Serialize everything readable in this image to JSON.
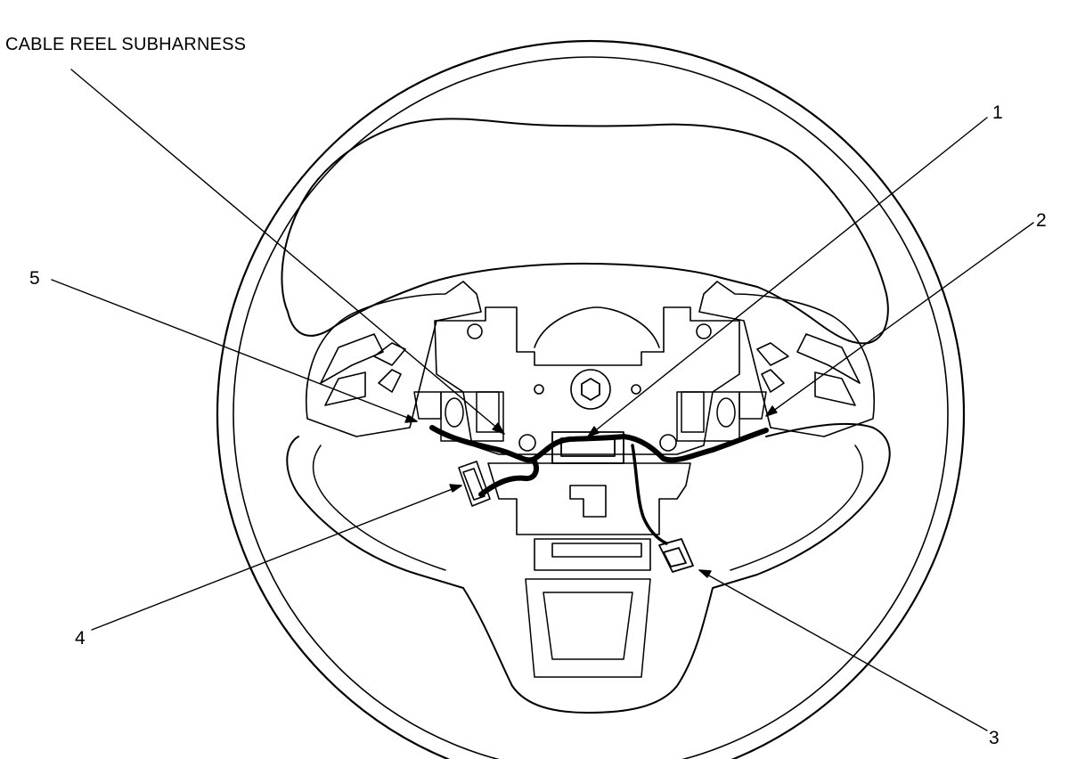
{
  "diagram": {
    "subject": "steering-wheel",
    "colors": {
      "line": "#000000",
      "background": "#ffffff"
    },
    "callouts": {
      "cable_reel_subharness": "CABLE REEL SUBHARNESS",
      "c1": "1",
      "c2": "2",
      "c3": "3",
      "c4": "4",
      "c5": "5"
    }
  }
}
